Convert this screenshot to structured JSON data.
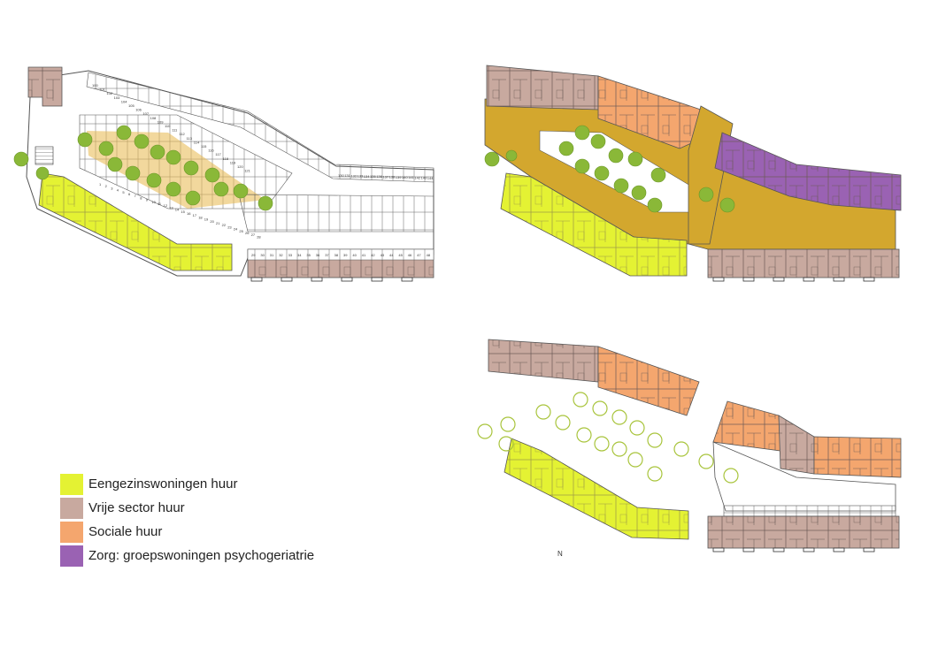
{
  "colors": {
    "eengezins": "#e4f233",
    "vrije_sector": "#c8a99f",
    "sociale": "#f4a66e",
    "zorg": "#9a62b3",
    "courtyard": "#d3a72e",
    "tree": "#8ab838",
    "tree_outline": "#a8c43b",
    "line": "#555555"
  },
  "legend": [
    {
      "label": "Eengezinswoningen huur",
      "color": "#e4f233"
    },
    {
      "label": "Vrije sector huur",
      "color": "#c8a99f"
    },
    {
      "label": "Sociale huur",
      "color": "#f4a66e"
    },
    {
      "label": "Zorg: groepswoningen psychogeriatrie",
      "color": "#9a62b3"
    }
  ],
  "north_label": "N",
  "parking_numbers": {
    "bottom_row": [
      "29",
      "30",
      "31",
      "32",
      "33",
      "34",
      "35",
      "36",
      "37",
      "38",
      "39",
      "40",
      "41",
      "42",
      "43",
      "44",
      "45",
      "46",
      "47",
      "48"
    ],
    "top_row": [
      "100",
      "101",
      "102",
      "103",
      "104",
      "105",
      "106",
      "107",
      "108",
      "109",
      "110",
      "111",
      "112",
      "113",
      "114",
      "115",
      "116",
      "117",
      "118",
      "119",
      "120",
      "121"
    ],
    "right_row": [
      "130",
      "131",
      "132",
      "133",
      "134",
      "135",
      "136",
      "137",
      "138",
      "139",
      "140",
      "141",
      "142",
      "143",
      "144"
    ],
    "inner_row": [
      "1",
      "2",
      "3",
      "4",
      "5",
      "6",
      "7",
      "8",
      "9",
      "10",
      "11",
      "12",
      "13",
      "14",
      "15",
      "16",
      "17",
      "18",
      "19",
      "20",
      "21",
      "22",
      "23",
      "24",
      "25",
      "26",
      "27",
      "28"
    ]
  }
}
